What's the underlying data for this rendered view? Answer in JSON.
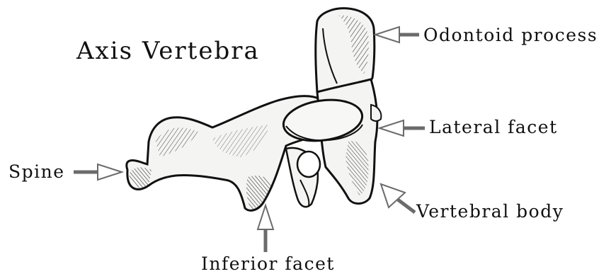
{
  "title": "Axis Vertebra",
  "labels": {
    "odontoid_process": "Odontoid process",
    "lateral_facet": "Lateral facet",
    "spine": "Spine",
    "vertebral_body": "Vertebral body",
    "inferior_facet": "Inferior facet"
  },
  "colors": {
    "ink": "#111111",
    "arrow_line": "#6b6b6b",
    "arrow_fill": "#ffffff",
    "bone_fill": "#f4f4f2"
  }
}
